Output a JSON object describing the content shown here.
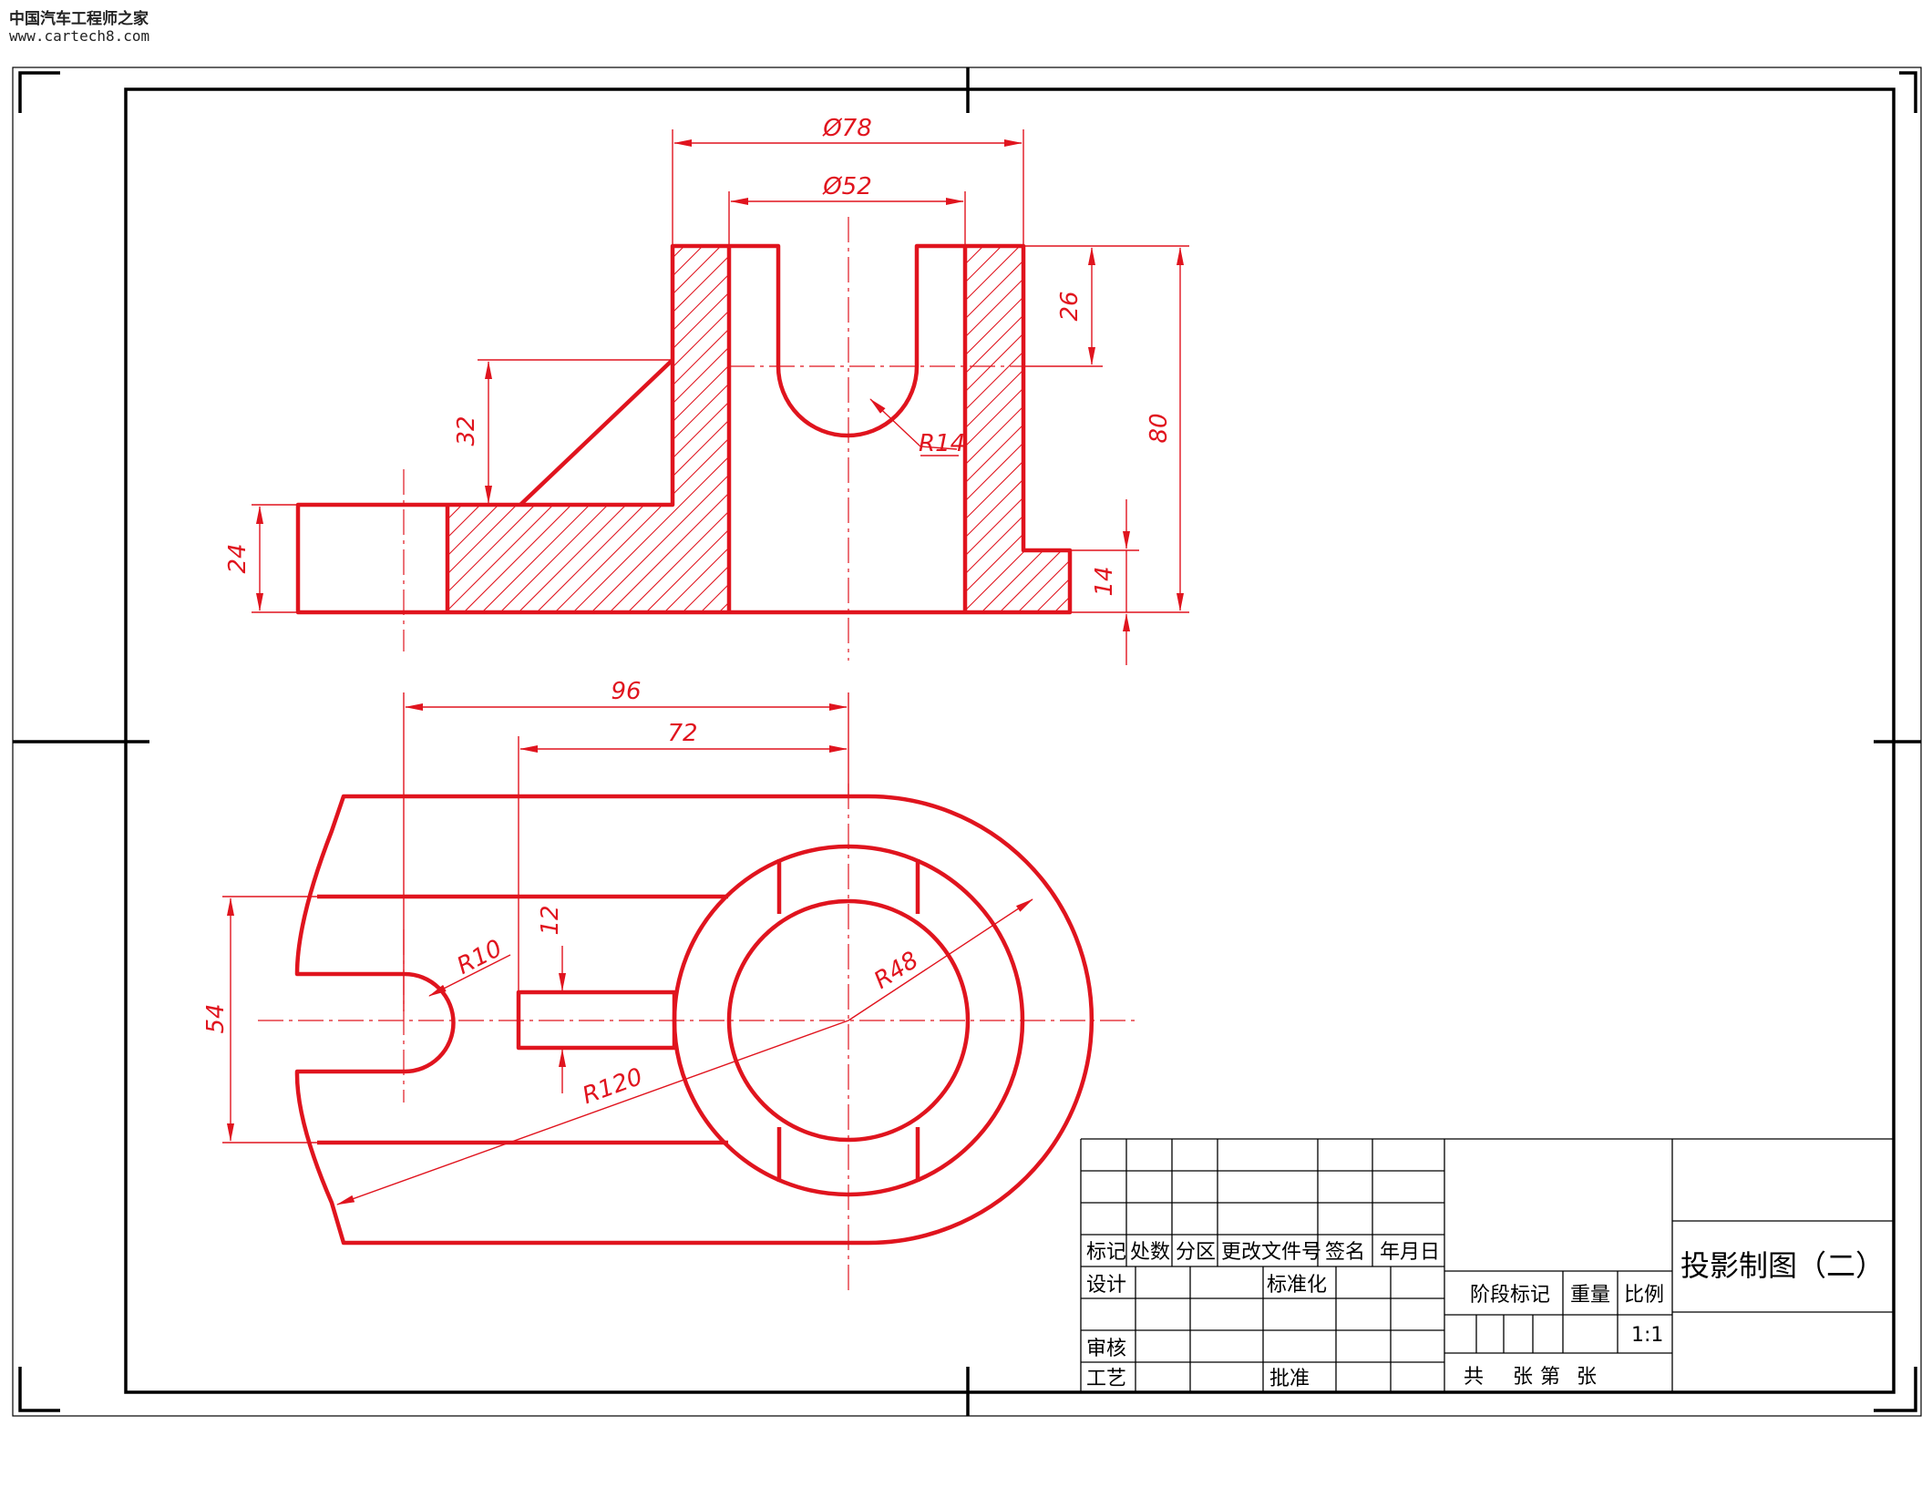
{
  "watermark": {
    "title": "中国汽车工程师之家",
    "url": "www.cartech8.com"
  },
  "dimensions": {
    "d78": "Ø78",
    "d52": "Ø52",
    "h26": "26",
    "h80": "80",
    "h32": "32",
    "h24": "24",
    "h14": "14",
    "r14": "R14",
    "l96": "96",
    "l72": "72",
    "w12": "12",
    "w54": "54",
    "r10": "R10",
    "r48": "R48",
    "r120": "R120"
  },
  "title_block": {
    "rev_headers": [
      "标记",
      "处数",
      "分区",
      "更改文件号",
      "签名",
      "年月日"
    ],
    "design": "设计",
    "standardize": "标准化",
    "review": "审核",
    "process": "工艺",
    "approve": "批准",
    "stage_mark": "阶段标记",
    "weight": "重量",
    "scale_label": "比例",
    "scale_value": "1:1",
    "sheet_total": "共",
    "sheet_unit": "张",
    "sheet_no": "第",
    "sheet_unit2": "张",
    "drawing_title": "投影制图（二）"
  }
}
